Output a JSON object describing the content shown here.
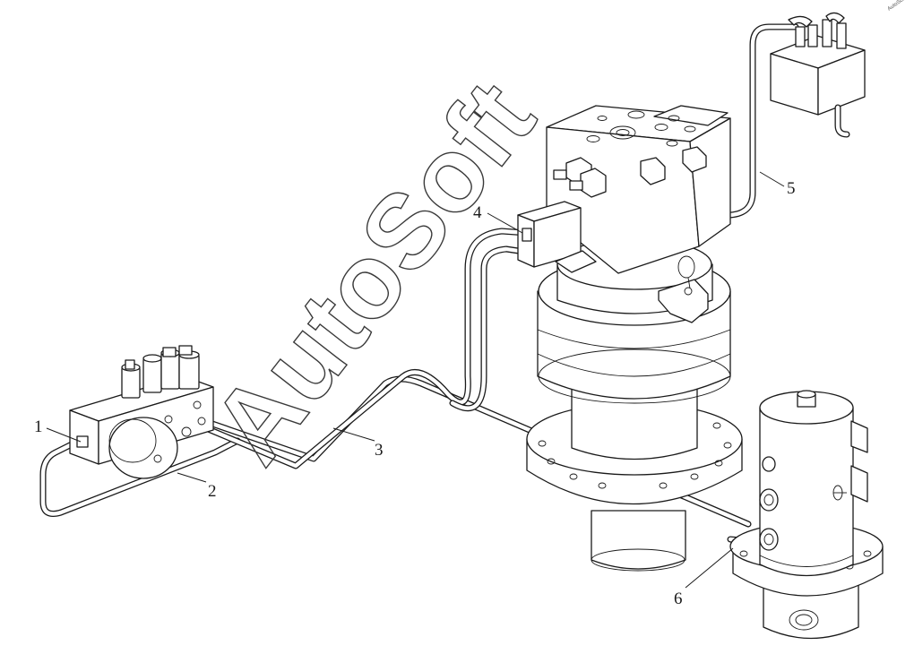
{
  "watermark": {
    "text": "AutoSoft"
  },
  "corner_mark": {
    "text": "AutoSoft"
  },
  "callouts": [
    {
      "id": "1",
      "label": "1"
    },
    {
      "id": "2",
      "label": "2"
    },
    {
      "id": "3",
      "label": "3"
    },
    {
      "id": "4",
      "label": "4"
    },
    {
      "id": "5",
      "label": "5"
    },
    {
      "id": "6",
      "label": "6"
    }
  ]
}
